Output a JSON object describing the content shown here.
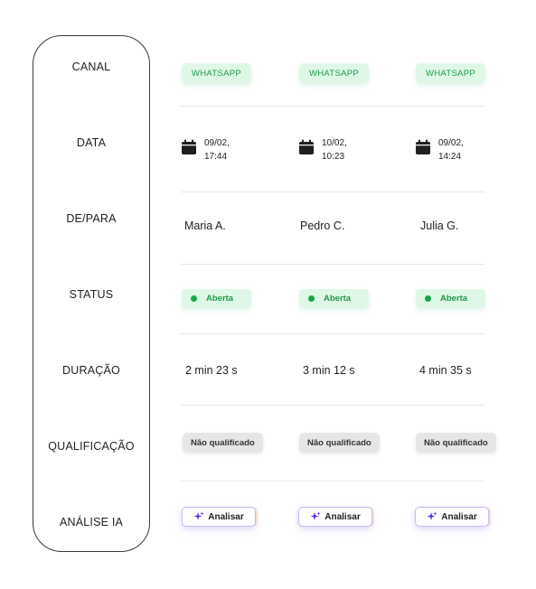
{
  "headers": [
    "CANAL",
    "DATA",
    "DE/PARA",
    "STATUS",
    "DURAÇÃO",
    "QUALIFICAÇÃO",
    "ANÁLISE IA"
  ],
  "rows": [
    {
      "canal": "WHATSAPP",
      "data_line1": "09/02,",
      "data_line2": "17:44",
      "de_para": "Maria A.",
      "status": "Aberta",
      "duracao": "2 min 23 s",
      "qualificacao": "Não qualificado",
      "analise": "Analisar"
    },
    {
      "canal": "WHATSAPP",
      "data_line1": "10/02,",
      "data_line2": "10:23",
      "de_para": "Pedro C.",
      "status": "Aberta",
      "duracao": "3 min 12 s",
      "qualificacao": "Não qualificado",
      "analise": "Analisar"
    },
    {
      "canal": "WHATSAPP",
      "data_line1": "09/02,",
      "data_line2": "14:24",
      "de_para": "Julia G.",
      "status": "Aberta",
      "duracao": "4 min 35 s",
      "qualificacao": "Não qualificado",
      "analise": "Analisar"
    }
  ],
  "icons": {
    "date": "calendar-icon",
    "status": "status-dot-icon",
    "analyze": "sparkle-icon"
  },
  "colors": {
    "status_green": "#1aa64b",
    "whatsapp_bg": "#dff7e7",
    "sparkle_purple": "#5b2ee0"
  }
}
